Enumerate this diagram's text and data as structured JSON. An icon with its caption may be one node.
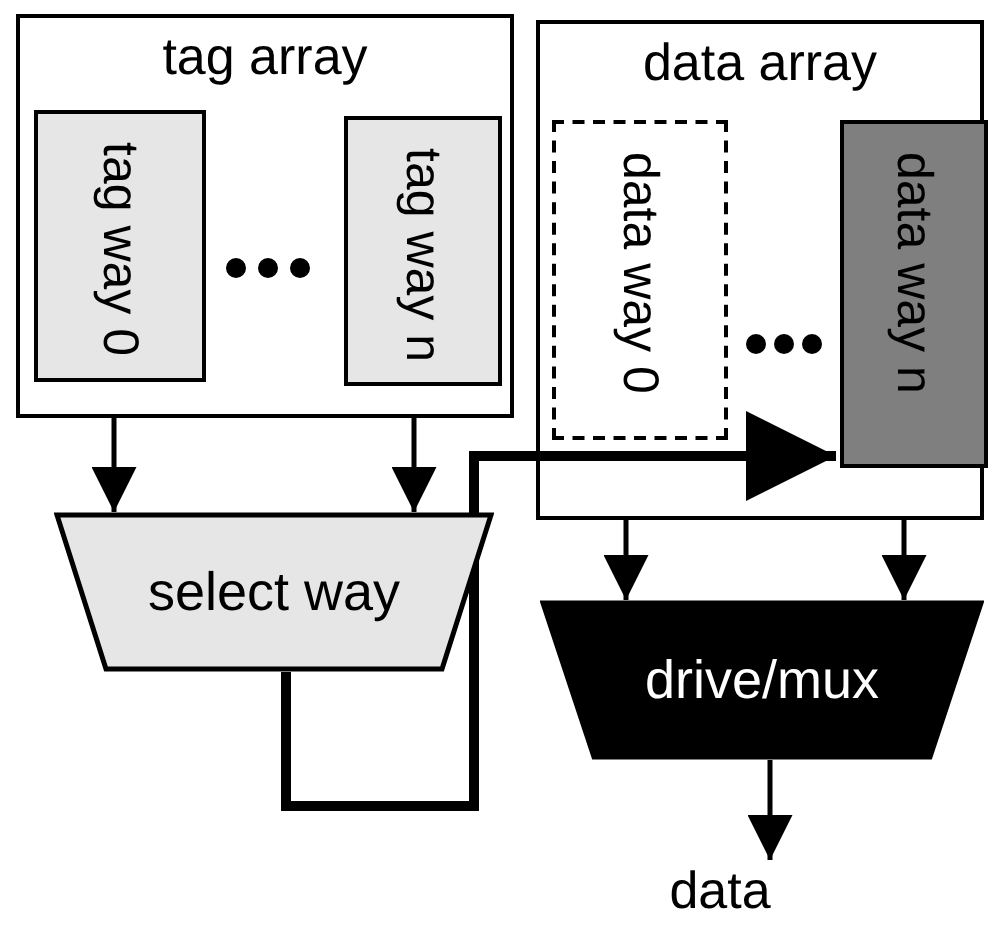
{
  "diagram": {
    "nodes": [
      {
        "text": [
          "tag array"
        ]
      },
      {
        "text": [
          "tag way 0"
        ],
        "in": 0
      },
      {
        "text": [
          "tag way n"
        ],
        "in": 0
      },
      {
        "text": [
          "data array"
        ]
      },
      {
        "text": [
          "data way 0"
        ],
        "in": 3
      },
      {
        "text": [
          "data way n"
        ],
        "in": 3
      },
      {
        "text": [
          "select way"
        ]
      },
      {
        "text": [
          "drive/mux"
        ]
      },
      {
        "text": [
          "data"
        ]
      }
    ],
    "edges": [
      {
        "from": 0,
        "to": 6,
        "arrow": "to"
      },
      {
        "from": 0,
        "to": 6,
        "arrow": "to"
      },
      {
        "from": 6,
        "to": 5,
        "arrow": "to",
        "style": "thick"
      },
      {
        "from": 3,
        "to": 7,
        "arrow": "to"
      },
      {
        "from": 3,
        "to": 7,
        "arrow": "to"
      },
      {
        "from": 7,
        "to": 8,
        "arrow": "to"
      }
    ]
  }
}
